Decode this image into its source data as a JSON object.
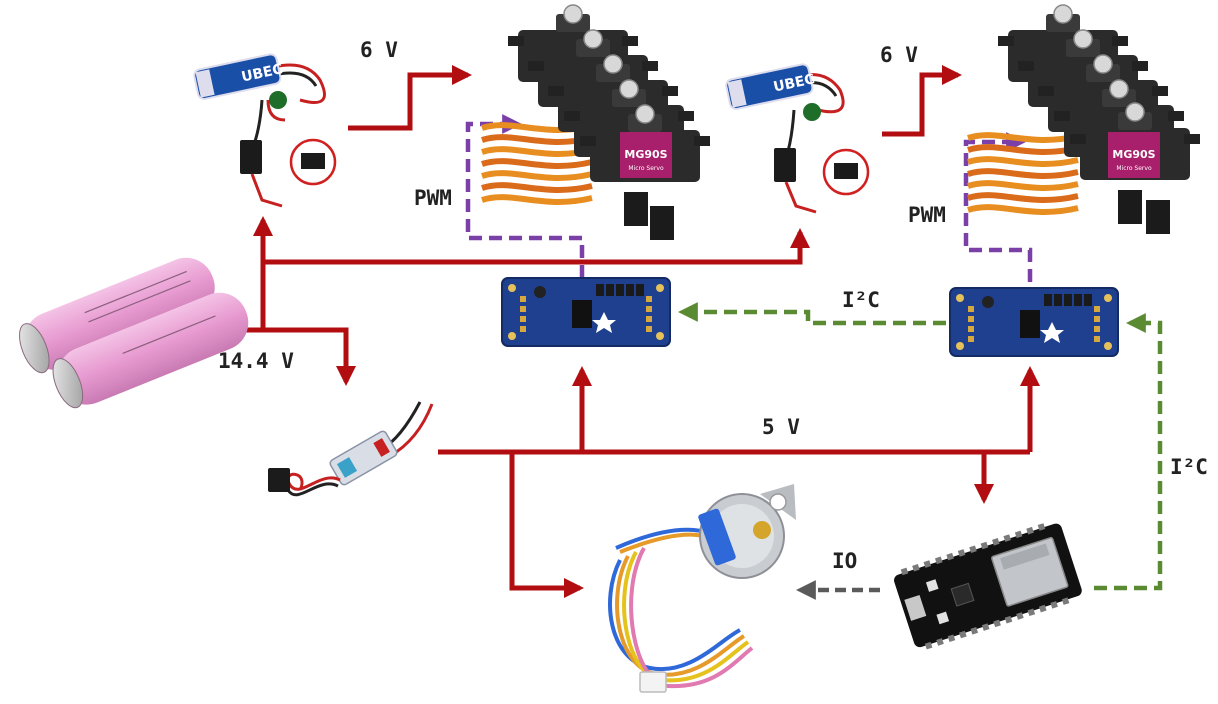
{
  "labels": {
    "v6_left": "6 V",
    "v6_right": "6 V",
    "pwm_left": "PWM",
    "pwm_right": "PWM",
    "i2c_mid": "I²C",
    "i2c_right": "I²C",
    "v14": "14.4 V",
    "v5": "5 V",
    "io": "IO"
  },
  "device_markings": {
    "ubec_label": "UBEC",
    "servo_label": "MG90S",
    "servo_sub": "Micro Servo"
  },
  "colors": {
    "power": "#b20d10",
    "pwm": "#7b3fa8",
    "i2c": "#5a8a32",
    "io": "#5a5a5a",
    "battery": "#e79ad0",
    "pcb": "#1f3f8f",
    "servo_body": "#2b2b2b",
    "servo_sticker": "#a81f6b"
  }
}
